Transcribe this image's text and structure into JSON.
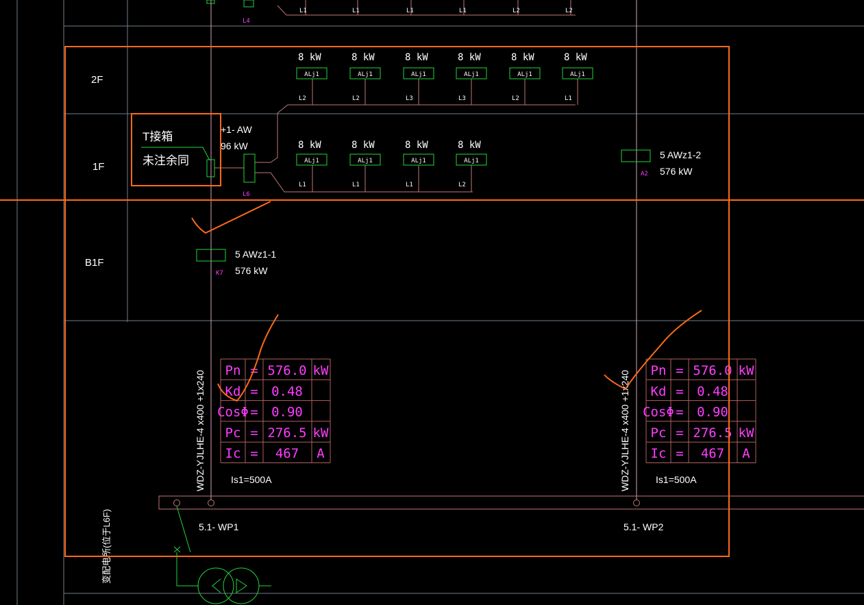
{
  "colors": {
    "background": "#000000",
    "grid": "#6f7f8a",
    "annotation": "#ff6a1a",
    "equipment": "#22d63a",
    "wire": "#c07878",
    "magenta": "#ff3dff",
    "text": "#ffffff",
    "table_border": "#b06060"
  },
  "floors": {
    "f2": "2F",
    "f1": "1F",
    "b1": "B1F"
  },
  "top_row": {
    "labels": [
      "L1",
      "L1",
      "L1",
      "L1",
      "L2",
      "L2"
    ],
    "tag": "L4"
  },
  "row_2f": {
    "powers": [
      "8 kW",
      "8 kW",
      "8 kW",
      "8 kW",
      "8 kW",
      "8 kW"
    ],
    "boxes": [
      "ALj1",
      "ALj1",
      "ALj1",
      "ALj1",
      "ALj1",
      "ALj1"
    ],
    "phases": [
      "L2",
      "L2",
      "L3",
      "L3",
      "L2",
      "L1"
    ]
  },
  "row_1f": {
    "powers": [
      "8 kW",
      "8 kW",
      "8 kW",
      "8 kW"
    ],
    "boxes": [
      "ALj1",
      "ALj1",
      "ALj1",
      "ALj1"
    ],
    "phases": [
      "L1",
      "L1",
      "L1",
      "L2"
    ],
    "panel_name": "+1- AW",
    "panel_power": "96 kW",
    "panel_tag": "L6"
  },
  "note": {
    "line1": "T接箱",
    "line2": "未注余同"
  },
  "awz_right": {
    "name": "5 AWz1-2",
    "power": "576 kW",
    "tag": "A2"
  },
  "awz_left": {
    "name": "5 AWz1-1",
    "power": "576 kW",
    "tag": "K7"
  },
  "cable": "WDZ-YJLHE-4 x400 +1x240",
  "calc_table": {
    "rows": [
      {
        "sym": "Pn",
        "eq": "=",
        "val": "576.0",
        "unit": "kW"
      },
      {
        "sym": "Kd",
        "eq": "=",
        "val": "0.48",
        "unit": ""
      },
      {
        "sym": "CosΦ",
        "eq": "=",
        "val": "0.90",
        "unit": ""
      },
      {
        "sym": "Pc",
        "eq": "=",
        "val": "276.5",
        "unit": "kW"
      },
      {
        "sym": "Ic",
        "eq": "=",
        "val": "467",
        "unit": "A"
      }
    ]
  },
  "current_setting": "Is1=500A",
  "feeders": {
    "left": "5.1- WP1",
    "right": "5.1- WP2"
  },
  "substation": "变配电所(位于L6F)"
}
